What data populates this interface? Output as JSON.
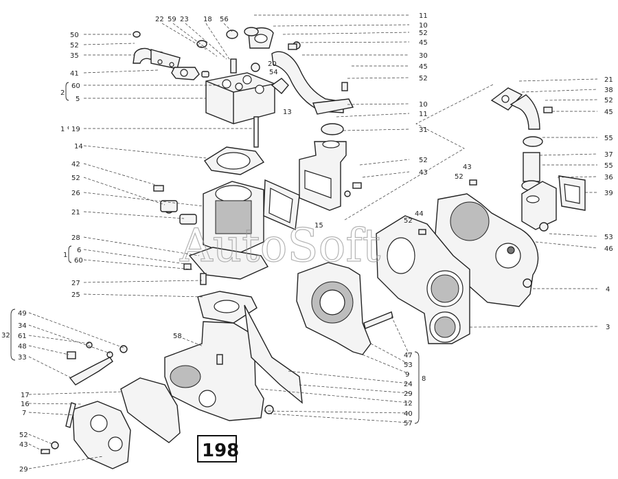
{
  "figure_number": "198",
  "watermark": "AutoSoft",
  "callouts_left": [
    "50",
    "52",
    "35",
    "41",
    "60",
    "5",
    "19",
    "14",
    "42",
    "52",
    "26",
    "21",
    "28",
    "6",
    "60",
    "27",
    "25",
    "49",
    "34",
    "61",
    "48",
    "33",
    "17",
    "16",
    "7",
    "52",
    "43",
    "29"
  ],
  "callouts_right": [
    "11",
    "10",
    "52",
    "45",
    "30",
    "45",
    "52",
    "10",
    "11",
    "31",
    "52",
    "43",
    "21",
    "38",
    "52",
    "45",
    "55",
    "37",
    "55",
    "36",
    "39",
    "53",
    "46",
    "4",
    "3",
    "47",
    "53",
    "9",
    "24",
    "29",
    "12",
    "40",
    "57"
  ],
  "callouts_inline": [
    "22",
    "59",
    "23",
    "18",
    "56",
    "20",
    "54",
    "13",
    "15",
    "43",
    "52",
    "44",
    "52",
    "58"
  ],
  "group_labels": {
    "g2": "2",
    "g1a": "1",
    "g1b": "1",
    "g32": "32",
    "g8": "8"
  }
}
